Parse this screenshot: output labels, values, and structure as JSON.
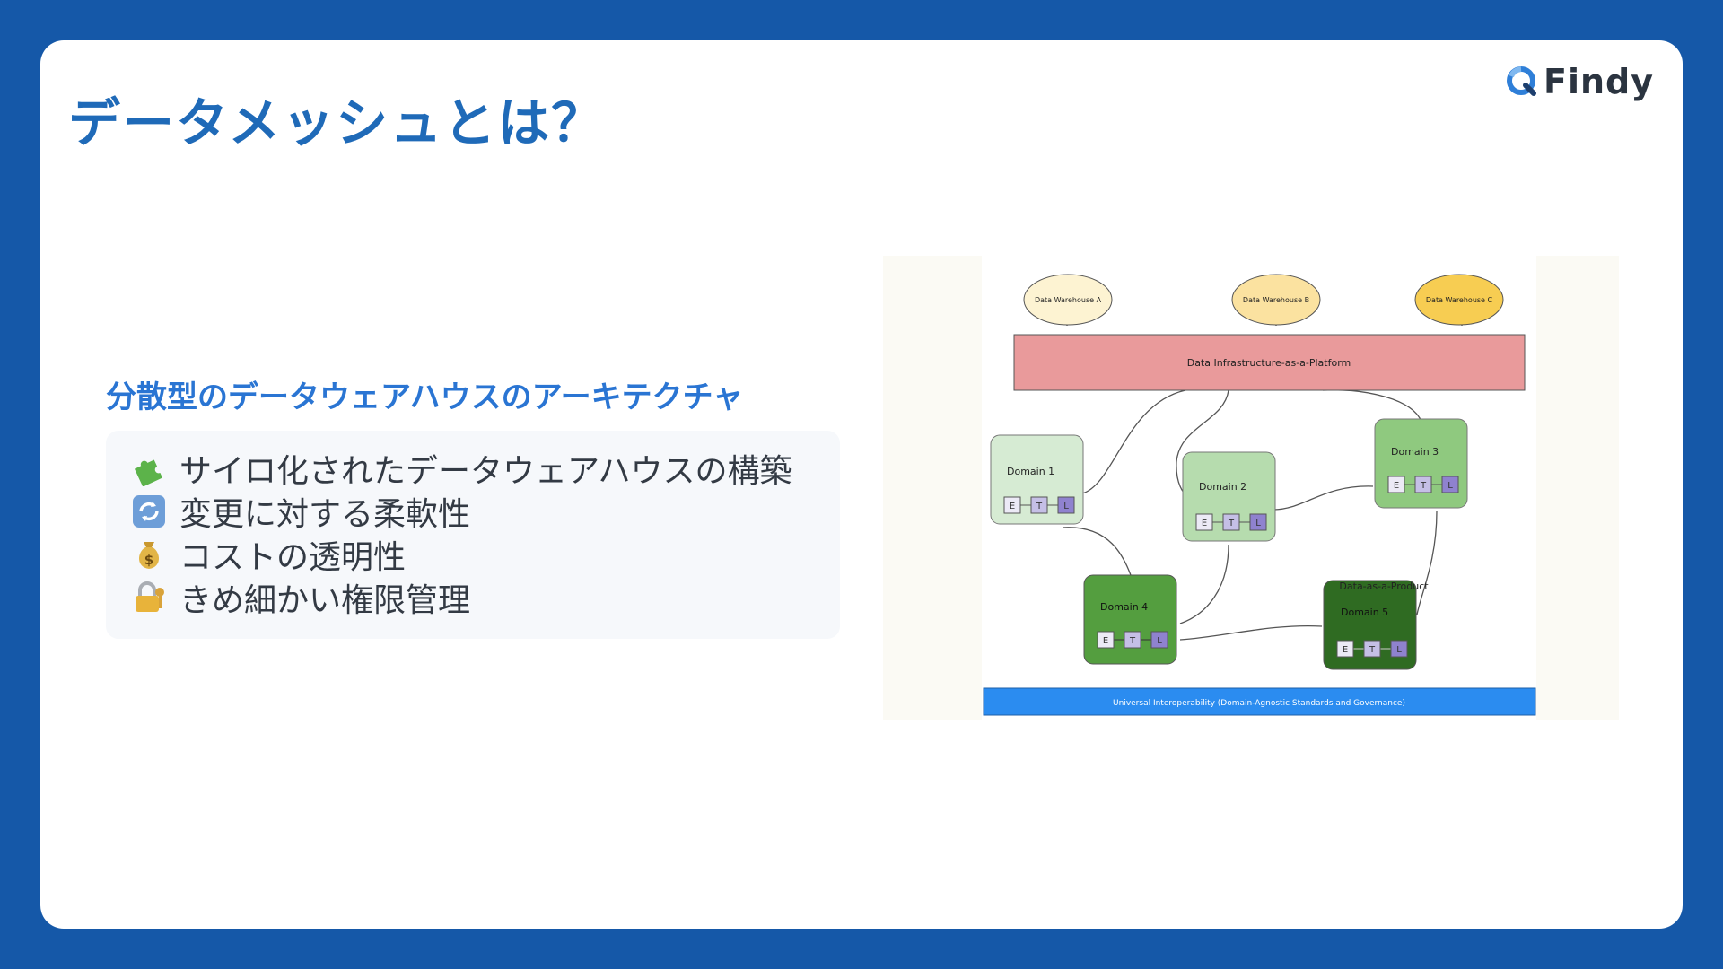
{
  "slide": {
    "title": "データメッシュとは？",
    "brand": "Findy",
    "subtitle": "分散型のデータウェアハウスのアーキテクチャ",
    "points": [
      {
        "icon": "puzzle-icon",
        "text": "サイロ化されたデータウェアハウスの構築"
      },
      {
        "icon": "refresh-icon",
        "text": "変更に対する柔軟性"
      },
      {
        "icon": "money-bag-icon",
        "text": "コストの透明性"
      },
      {
        "icon": "lock-key-icon",
        "text": "きめ細かい権限管理"
      }
    ]
  },
  "diagram": {
    "warehouses": [
      "Data Warehouse A",
      "Data Warehouse B",
      "Data Warehouse C"
    ],
    "platform": "Data Infrastructure-as-a-Platform",
    "domains": [
      "Domain 1",
      "Domain 2",
      "Domain 3",
      "Domain 4",
      "Domain 5"
    ],
    "etl": [
      "E",
      "T",
      "L"
    ],
    "product_label": "Data-as-a-Product",
    "footer": "Universal Interoperability (Domain-Agnostic Standards and Governance)"
  },
  "colors": {
    "background": "#1558a8",
    "title": "#1f6ab8",
    "subtitle": "#2a75d3",
    "platform": "#e99a9b",
    "footer_bar": "#2b8cf0"
  }
}
